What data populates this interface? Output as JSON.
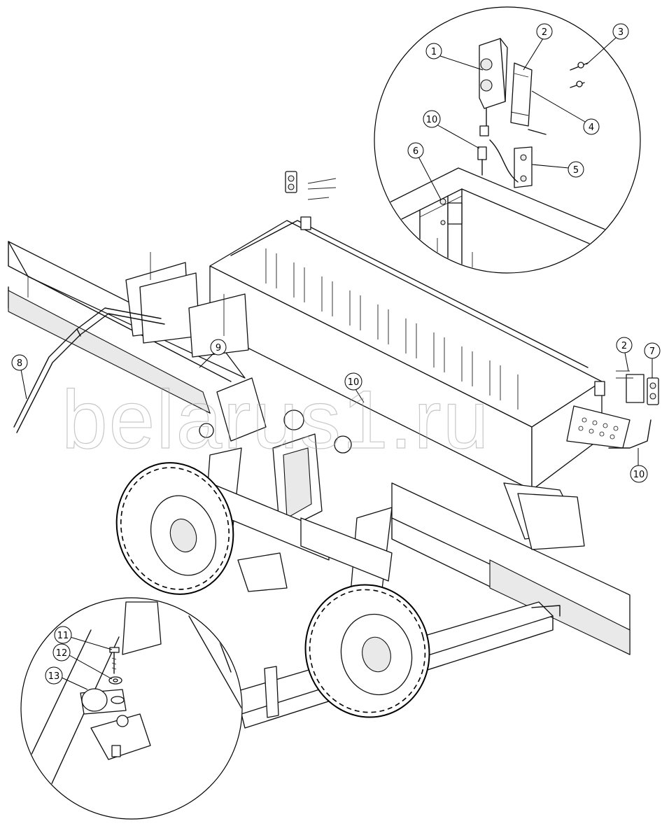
{
  "watermark": "belarus1.ru",
  "callouts": [
    {
      "id": "c1",
      "label": "1"
    },
    {
      "id": "c2",
      "label": "2"
    },
    {
      "id": "c3",
      "label": "3"
    },
    {
      "id": "c4",
      "label": "4"
    },
    {
      "id": "c5",
      "label": "5"
    },
    {
      "id": "c6",
      "label": "6"
    },
    {
      "id": "c10a",
      "label": "10"
    },
    {
      "id": "c8",
      "label": "8"
    },
    {
      "id": "c9",
      "label": "9"
    },
    {
      "id": "c10b",
      "label": "10"
    },
    {
      "id": "c2b",
      "label": "2"
    },
    {
      "id": "c7",
      "label": "7"
    },
    {
      "id": "c10c",
      "label": "10"
    },
    {
      "id": "c11",
      "label": "11"
    },
    {
      "id": "c12",
      "label": "12"
    },
    {
      "id": "c13",
      "label": "13"
    }
  ]
}
